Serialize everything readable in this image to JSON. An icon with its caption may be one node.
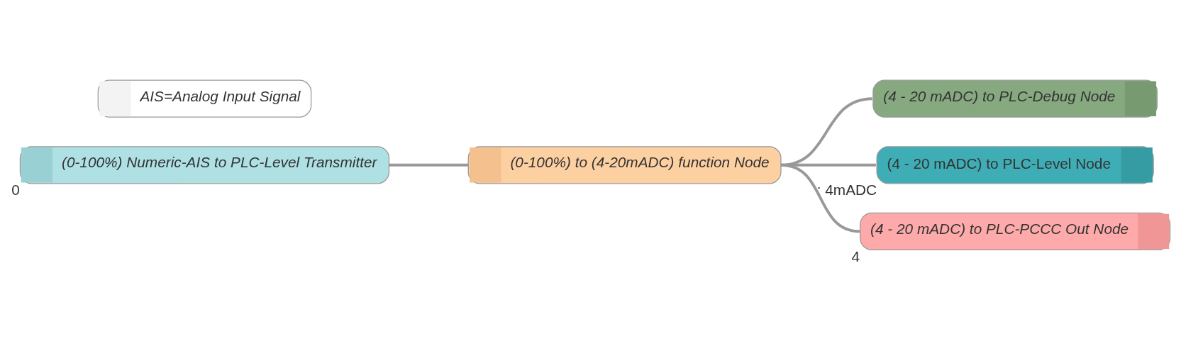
{
  "diagram": {
    "nodes": [
      {
        "text": [
          "AIS=Analog Input Signal"
        ]
      },
      {
        "text": [
          "(0-100%) Numeric-AIS to PLC-Level Transmitter"
        ],
        "beside": [
          "0"
        ]
      },
      {
        "text": [
          "(0-100%) to (4-20mADC) function Node"
        ]
      },
      {
        "text": [
          "(4 - 20 mADC) to PLC-Debug Node"
        ]
      },
      {
        "text": [
          "(4 - 20 mADC) to PLC-Level Node"
        ],
        "beside": [
          ": 4mADC"
        ]
      },
      {
        "text": [
          "(4 - 20 mADC) to PLC-PCCC Out Node"
        ],
        "beside": [
          "4"
        ]
      }
    ],
    "edges": [
      {
        "from": 1,
        "to": 2,
        "arrow": "none"
      },
      {
        "from": 2,
        "to": 3,
        "arrow": "none"
      },
      {
        "from": 2,
        "to": 4,
        "arrow": "none"
      },
      {
        "from": 2,
        "to": 5,
        "arrow": "none"
      }
    ]
  }
}
